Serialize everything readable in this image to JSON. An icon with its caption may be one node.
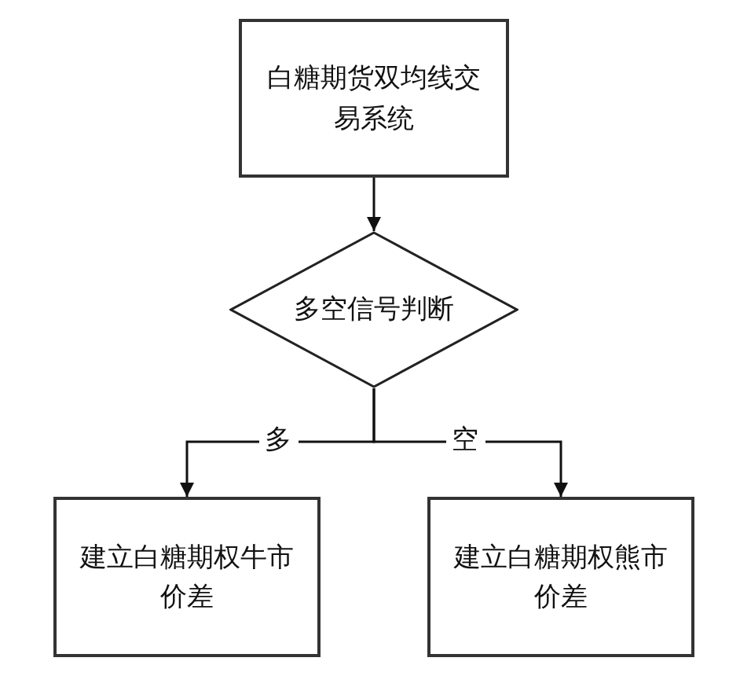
{
  "diagram": {
    "nodes": [
      {
        "text": [
          "白糖期货双均线交易系统"
        ]
      },
      {
        "text": [
          "多空信号判断"
        ]
      },
      {
        "text": [
          "建立白糖期权牛市价差"
        ]
      },
      {
        "text": [
          "建立白糖期权熊市价差"
        ]
      }
    ],
    "edges": [
      {
        "from": 0,
        "to": 1,
        "arrow": "to"
      },
      {
        "from": 1,
        "to": 2,
        "label": "多",
        "arrow": "to"
      },
      {
        "from": 1,
        "to": 3,
        "label": "空",
        "arrow": "to"
      }
    ]
  }
}
